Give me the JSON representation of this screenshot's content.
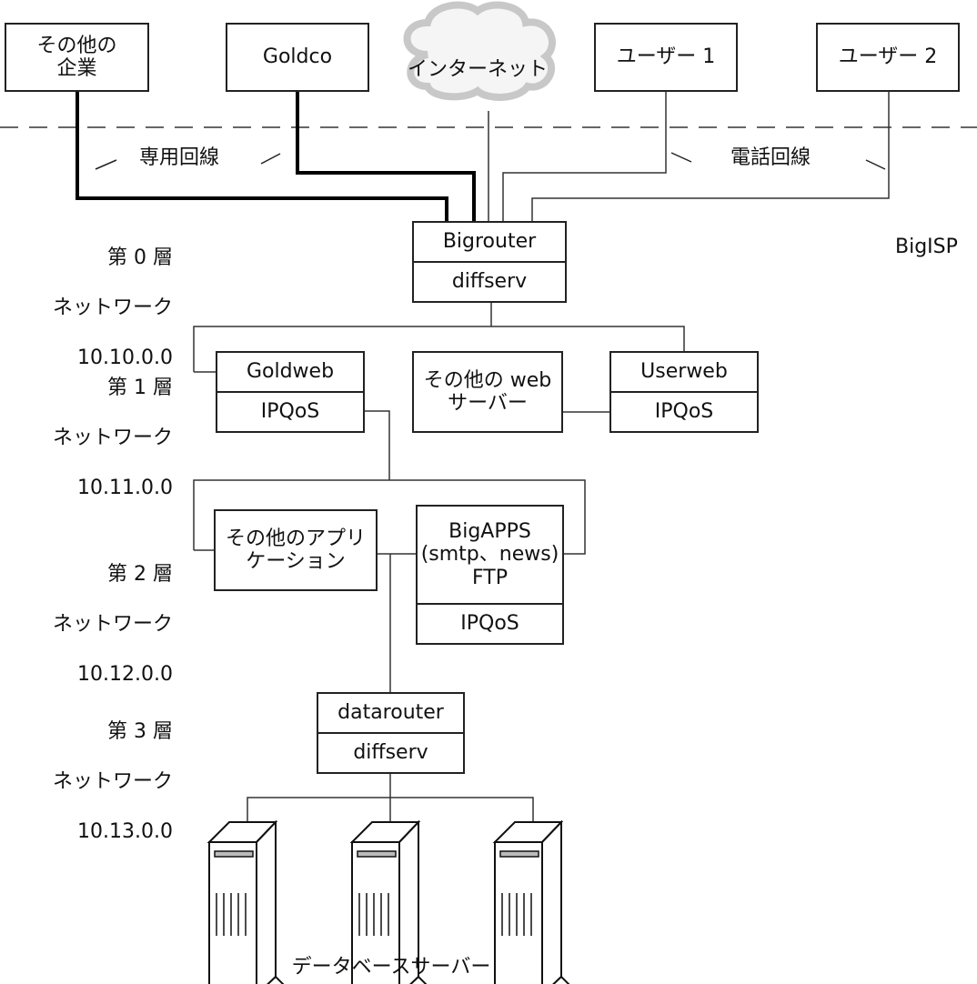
{
  "title": "BigISP",
  "top_nodes": {
    "other_companies": "その他の\n企業",
    "goldco": "Goldco",
    "internet": "インターネット",
    "user1": "ユーザー 1",
    "user2": "ユーザー 2"
  },
  "links": {
    "leased_line": "専用回線",
    "phone_line": "電話回線"
  },
  "layers": [
    {
      "name": "第 0 層",
      "network_label": "ネットワーク",
      "address": "10.10.0.0"
    },
    {
      "name": "第 1 層",
      "network_label": "ネットワーク",
      "address": "10.11.0.0"
    },
    {
      "name": "第 2 層",
      "network_label": "ネットワーク",
      "address": "10.12.0.0"
    },
    {
      "name": "第 3 層",
      "network_label": "ネットワーク",
      "address": "10.13.0.0"
    }
  ],
  "nodes": {
    "bigrouter": {
      "name": "Bigrouter",
      "service": "diffserv"
    },
    "goldweb": {
      "name": "Goldweb",
      "service": "IPQoS"
    },
    "other_web": {
      "name": "その他の web\nサーバー"
    },
    "userweb": {
      "name": "Userweb",
      "service": "IPQoS"
    },
    "other_apps": {
      "name": "その他のアプリ\nケーション"
    },
    "bigapps": {
      "name": "BigAPPS\n(smtp、news)\nFTP",
      "service": "IPQoS"
    },
    "datarouter": {
      "name": "datarouter",
      "service": "diffserv"
    }
  },
  "servers": {
    "count": 3,
    "label": "データベースサーバー"
  }
}
